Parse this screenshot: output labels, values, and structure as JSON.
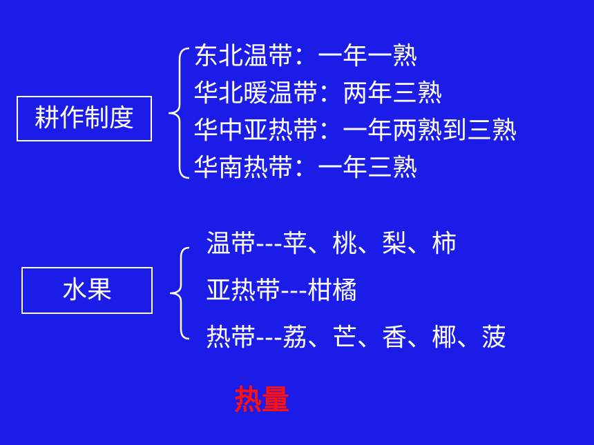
{
  "farming": {
    "label": "耕作制度",
    "items": [
      "东北温带：一年一熟",
      "华北暖温带：两年三熟",
      "华中亚热带：一年两熟到三熟",
      "华南热带：一年三熟"
    ]
  },
  "fruit": {
    "label": "水果",
    "items": [
      "温带---苹、桃、梨、柿",
      "亚热带---柑橘",
      "热带---荔、芒、香、椰、菠"
    ]
  },
  "conclusion": "热量",
  "colors": {
    "background": "#1c1ce8",
    "text": "#ffffff",
    "highlight": "#ff1010"
  }
}
